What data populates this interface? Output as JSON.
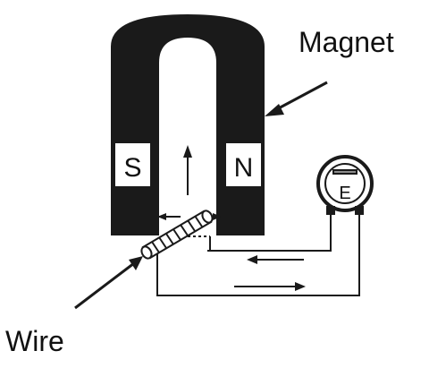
{
  "labels": {
    "magnet": "Magnet",
    "wire": "Wire",
    "south_pole": "S",
    "north_pole": "N",
    "meter": "E"
  },
  "colors": {
    "ink": "#1a1a1a",
    "paper": "#ffffff"
  }
}
